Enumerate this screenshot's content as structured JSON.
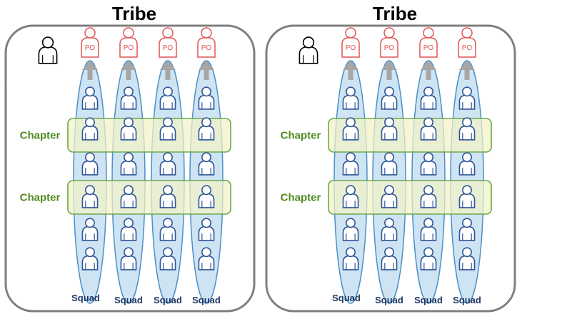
{
  "tribes": [
    {
      "title": "Tribe",
      "chapters": [
        "Chapter",
        "Chapter"
      ],
      "squads": [
        "Squad",
        "Squad",
        "Squad",
        "Squad"
      ],
      "product_owner_label": "PO"
    },
    {
      "title": "Tribe",
      "chapters": [
        "Chapter",
        "Chapter"
      ],
      "squads": [
        "Squad",
        "Squad",
        "Squad",
        "Squad"
      ],
      "product_owner_label": "PO"
    }
  ],
  "colors": {
    "tribe_border": "#7f7f7f",
    "squad_fill": "#cfe4f3",
    "squad_stroke": "#4a90c8",
    "member_stroke": "#2f5597",
    "chapter_fill": "#f3f3c6",
    "chapter_stroke": "#6aa84f",
    "chapter_text": "#4f8a1e",
    "squad_text": "#1f3864",
    "po_stroke": "#e05555",
    "arrow": "#a6a6a6",
    "lead_stroke": "#000000"
  },
  "icons": {
    "member": "person-icon",
    "product_owner": "product-owner-icon",
    "tribe_lead": "tribe-lead-icon"
  }
}
